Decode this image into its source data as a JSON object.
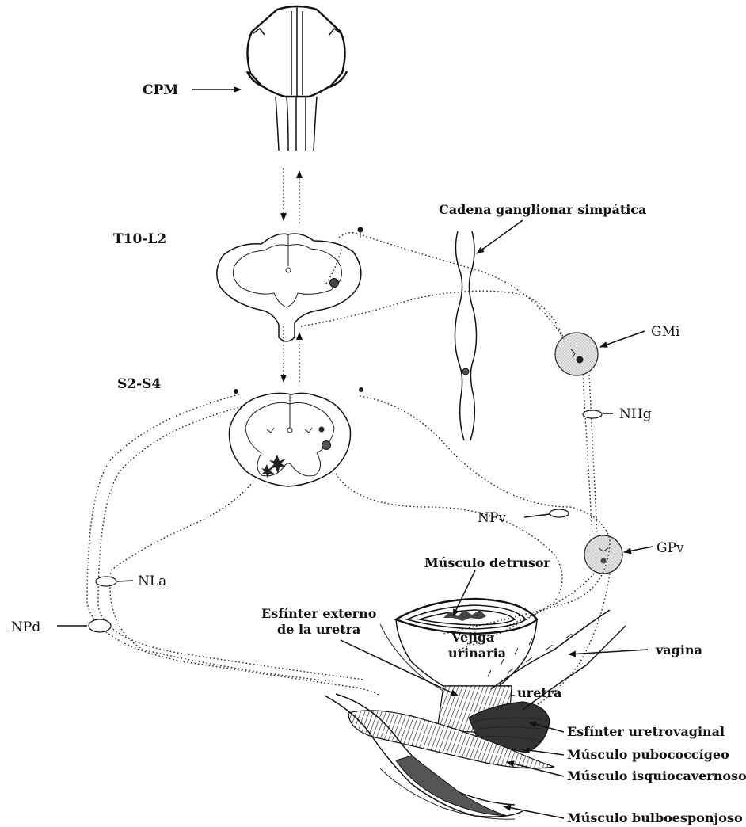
{
  "labels": {
    "cpm": "CPM",
    "t10_l2": "T10-L2",
    "s2_s4": "S2-S4",
    "cadena": "Cadena ganglionar simpática",
    "gmi": "GMi",
    "nhg": "NHg",
    "npv": "NPv",
    "gpv": "GPv",
    "nla": "NLa",
    "npd": "NPd",
    "detrusor": "Músculo detrusor",
    "esfinter_externo_1": "Esfínter externo",
    "esfinter_externo_2": "de la uretra",
    "vejiga_1": "Vejiga",
    "vejiga_2": "urinaria",
    "vagina": "vagina",
    "uretra": "uretra",
    "uretrovaginal": "Esfínter uretrovaginal",
    "pubococcigeo": "Músculo pubococcígeo",
    "isquiocavernoso": "Músculo isquiocavernoso",
    "bulboesponjoso": "Músculo bulboesponjoso"
  }
}
